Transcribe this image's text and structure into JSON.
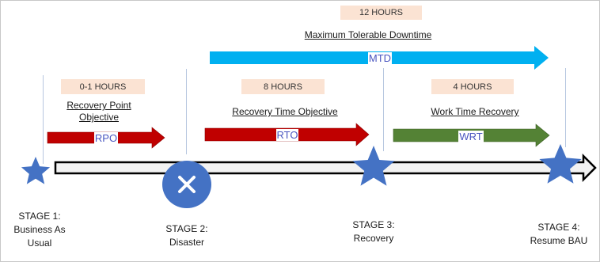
{
  "mtd": {
    "hours": "12 HOURS",
    "title": "Maximum Tolerable Downtime",
    "abbr": "MTD"
  },
  "rpo": {
    "hours": "0-1 HOURS",
    "title_line1": "Recovery Point",
    "title_line2": "Objective",
    "abbr": "RPO"
  },
  "rto": {
    "hours": "8 HOURS",
    "title": "Recovery Time Objective",
    "abbr": "RTO"
  },
  "wrt": {
    "hours": "4 HOURS",
    "title": "Work Time Recovery",
    "abbr": "WRT"
  },
  "stages": [
    {
      "text": "STAGE 1:\nBusiness As\nUsual"
    },
    {
      "text": "STAGE 2:\nDisaster"
    },
    {
      "text": "STAGE 3:\nRecovery"
    },
    {
      "text": "STAGE 4:\nResume BAU"
    }
  ],
  "colors": {
    "mtd_arrow": "#00b0f0",
    "rpo_arrow": "#c00000",
    "rto_arrow": "#c00000",
    "wrt_arrow": "#548235",
    "stage_marker": "#4472c4",
    "hours_box": "#fbe3d3",
    "abbr_text": "#4a56c0"
  },
  "icons": {
    "stage_1": "star-icon",
    "stage_2": "x-circle-icon",
    "stage_3": "star-icon",
    "stage_4": "star-icon"
  }
}
